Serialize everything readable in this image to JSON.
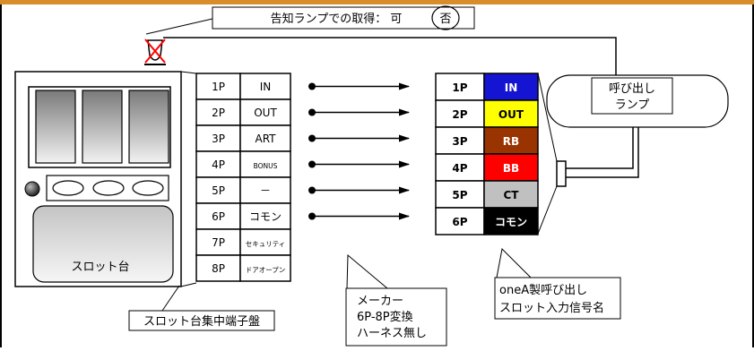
{
  "title_box": {
    "text": "告知ランプでの取得： 可",
    "circled_option": "否"
  },
  "slot": {
    "label": "スロット台"
  },
  "terminal_board": {
    "caption": "スロット台集中端子盤",
    "rows": [
      {
        "pin": "1P",
        "signal": "IN"
      },
      {
        "pin": "2P",
        "signal": "OUT"
      },
      {
        "pin": "3P",
        "signal": "ART"
      },
      {
        "pin": "4P",
        "signal": "BONUS"
      },
      {
        "pin": "5P",
        "signal": "－"
      },
      {
        "pin": "6P",
        "signal": "コモン"
      },
      {
        "pin": "7P",
        "signal": "セキュリティ"
      },
      {
        "pin": "8P",
        "signal": "ドアオープン"
      }
    ]
  },
  "harness_note": {
    "line1": "メーカー",
    "line2": "6P-8P変換",
    "line3": "ハーネス無し"
  },
  "onea_board": {
    "caption_line1": "oneA製呼び出し",
    "caption_line2": "スロット入力信号名",
    "rows": [
      {
        "pin": "1P",
        "signal": "IN",
        "bg": "#1414d2",
        "fg": "#ffffff"
      },
      {
        "pin": "2P",
        "signal": "OUT",
        "bg": "#ffff00",
        "fg": "#000000"
      },
      {
        "pin": "3P",
        "signal": "RB",
        "bg": "#993300",
        "fg": "#ffffff"
      },
      {
        "pin": "4P",
        "signal": "BB",
        "bg": "#ff0000",
        "fg": "#ffffff"
      },
      {
        "pin": "5P",
        "signal": "CT",
        "bg": "#c0c0c0",
        "fg": "#000000"
      },
      {
        "pin": "6P",
        "signal": "コモン",
        "bg": "#000000",
        "fg": "#ffffff"
      }
    ]
  },
  "lamp": {
    "line1": "呼び出し",
    "line2": "ランプ"
  },
  "colors": {
    "top_border": "#d98c2a",
    "frame": "#000000"
  }
}
